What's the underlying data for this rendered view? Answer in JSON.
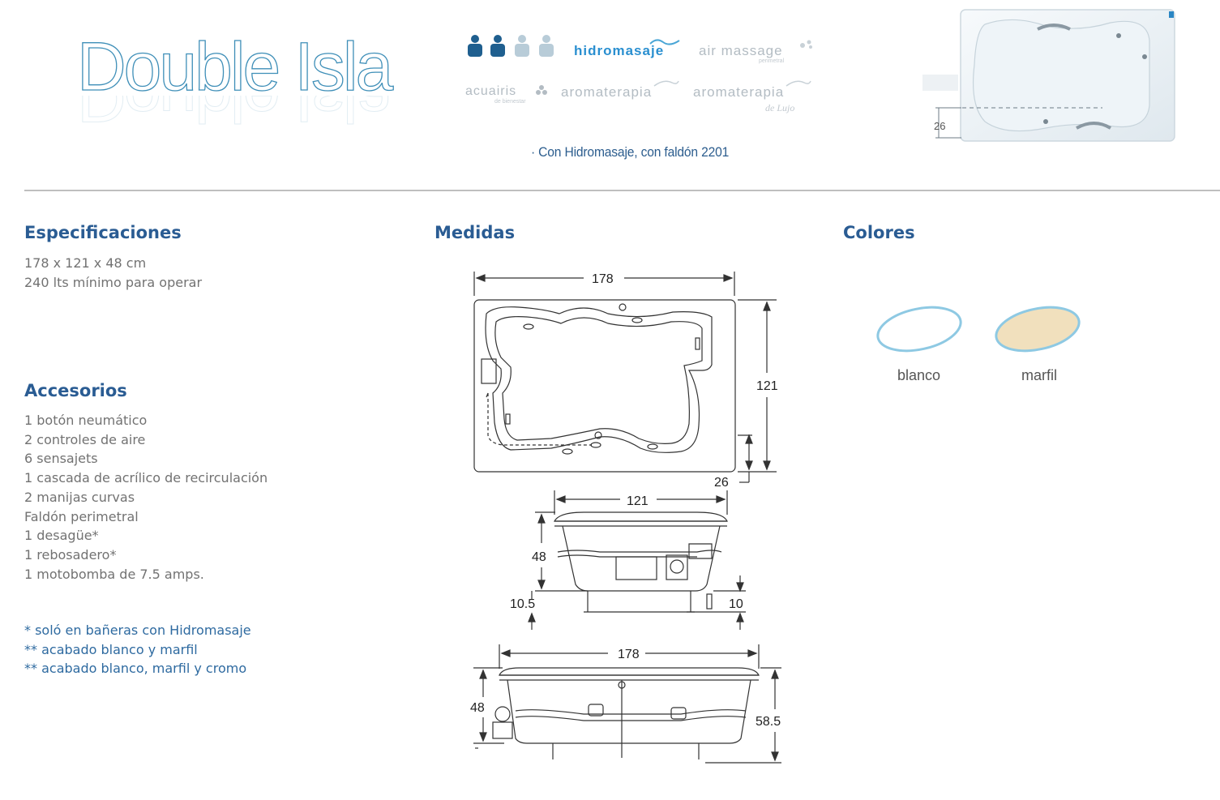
{
  "header": {
    "title": "Double Isla",
    "features": [
      "hidromasaje",
      "air massage",
      "perimetral",
      "acuairis",
      "de bienestar",
      "aromaterapia",
      "aromaterapia",
      "de Lujo"
    ],
    "subtitle": "· Con Hidromasaje, con faldón 2201",
    "thumb_dimension": "26"
  },
  "specs": {
    "heading": "Especificaciones",
    "lines": [
      "178 x 121 x 48 cm",
      "240 lts mínimo para operar"
    ]
  },
  "accessories": {
    "heading": "Accesorios",
    "items": [
      "1 botón neumático",
      "2 controles de aire",
      "6 sensajets",
      "1 cascada de acrílico de recirculación",
      "2 manijas curvas",
      "Faldón perimetral",
      "1 desagüe*",
      "1 rebosadero*",
      "1 motobomba de 7.5 amps."
    ]
  },
  "notes": [
    "* soló en bañeras con Hidromasaje",
    "** acabado blanco y marfil",
    "** acabado blanco, marfil y cromo"
  ],
  "measures": {
    "heading": "Medidas",
    "top_width": "178",
    "top_height": "121",
    "top_offset": "26",
    "front_width": "121",
    "front_height": "48",
    "front_left": "10.5",
    "front_right": "10",
    "side_width": "178",
    "side_height": "48",
    "side_total": "58.5"
  },
  "colors": {
    "heading": "Colores",
    "swatches": [
      {
        "name": "blanco",
        "hex": "#ffffff"
      },
      {
        "name": "marfil",
        "hex": "#f1e0bd"
      }
    ],
    "rim": "#8ec9e3"
  }
}
